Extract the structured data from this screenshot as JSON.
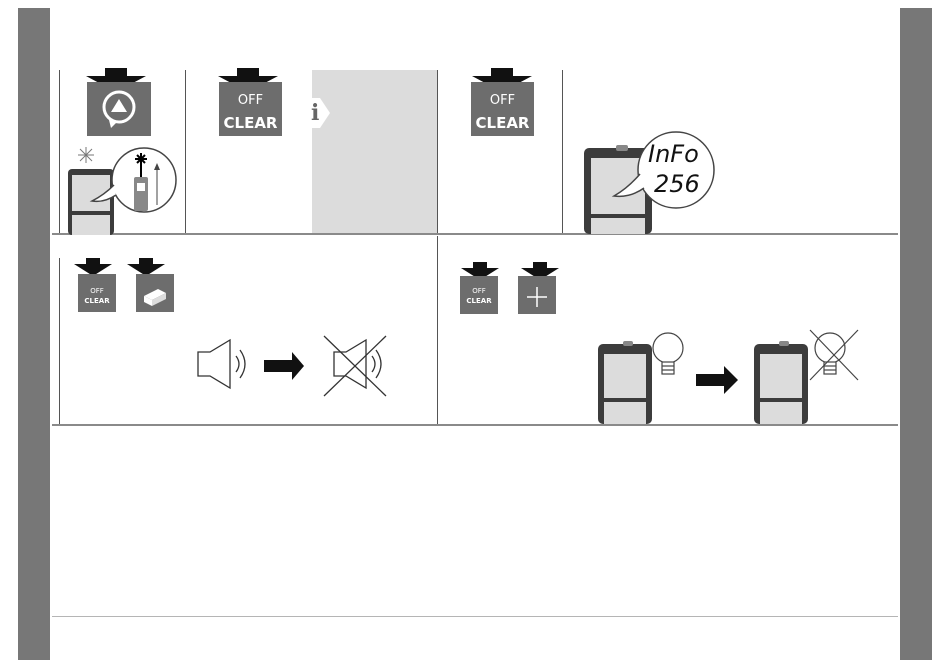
{
  "colors": {
    "key_gray": "#6d6d6d",
    "side_bar": "#777777",
    "info_panel": "#dcdcdc",
    "arrow_black": "#111111",
    "device_dark": "#3c3c3c",
    "device_screen": "#dcdcdc"
  },
  "icons": [
    "down-arrow-icon",
    "circular-arrow-triangle-icon",
    "speaker-icon",
    "speaker-muted-icon",
    "light-bulb-icon",
    "light-bulb-off-icon",
    "box-icon",
    "plus-icon",
    "info-icon",
    "right-arrow-icon"
  ],
  "keys": {
    "clear_top": "OFF",
    "clear_bottom": "CLEAR"
  },
  "info": {
    "symbol": "i"
  },
  "display": {
    "line1": "InFo",
    "line2": "256"
  }
}
